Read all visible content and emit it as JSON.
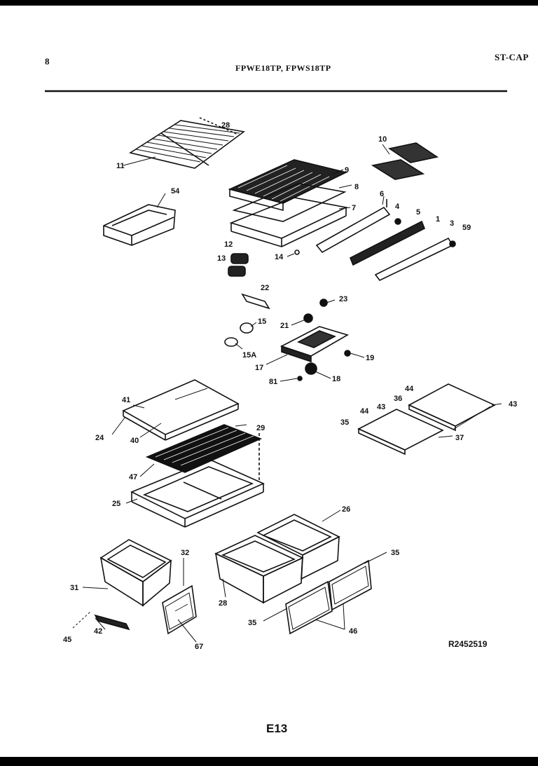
{
  "header": {
    "page_number": "8",
    "models": "FPWE18TP, FPWS18TP",
    "sheet_code": "ST-CAP"
  },
  "footer": {
    "diagram_code": "R2452519",
    "page_label": "E13"
  },
  "callouts": [
    "11",
    "28",
    "54",
    "9",
    "8",
    "7",
    "10",
    "6",
    "4",
    "5",
    "1",
    "3",
    "59",
    "12",
    "13",
    "14",
    "22",
    "23",
    "21",
    "15",
    "15A",
    "17",
    "19",
    "81",
    "18",
    "41",
    "24",
    "40",
    "29",
    "47",
    "25",
    "44",
    "36",
    "43",
    "35",
    "37",
    "26",
    "32",
    "31",
    "42",
    "45",
    "67",
    "28",
    "35",
    "46",
    "35"
  ],
  "colors": {
    "background": "#000000",
    "paper": "#ffffff",
    "ink": "#111111"
  }
}
